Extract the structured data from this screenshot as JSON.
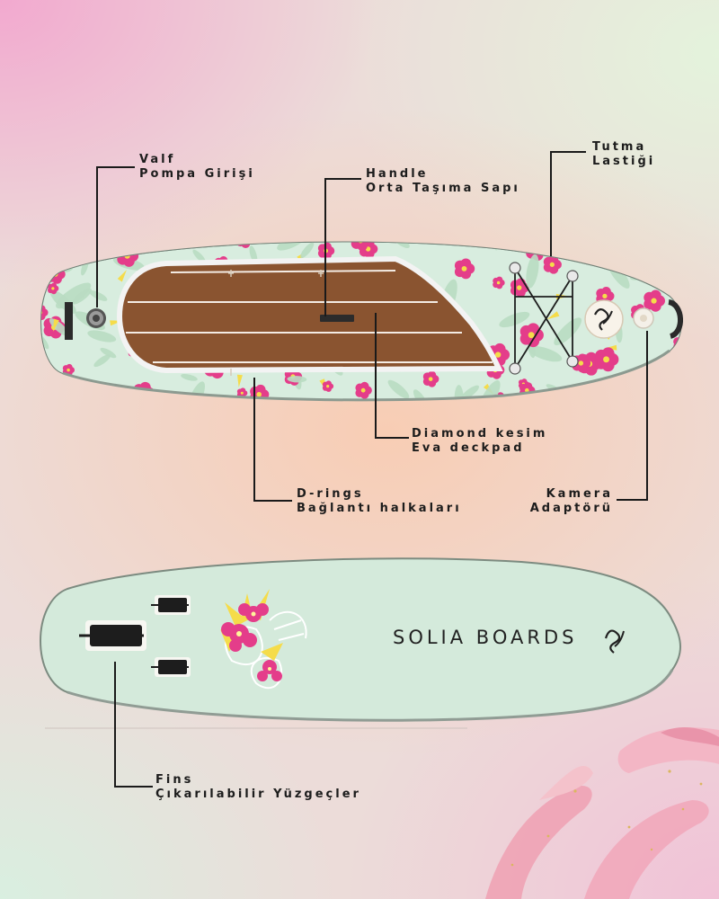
{
  "callouts": {
    "valve": {
      "line1": "Valf",
      "line2": "Pompa Girişi"
    },
    "handle": {
      "line1": "Handle",
      "line2": "Orta Taşıma Sapı"
    },
    "bungee": {
      "line1": "Tutma",
      "line2": "Lastiği"
    },
    "deckpad": {
      "line1": "Diamond kesim",
      "line2": "Eva deckpad"
    },
    "drings": {
      "line1": "D-rings",
      "line2": "Bağlantı halkaları"
    },
    "camera": {
      "line1": "Kamera",
      "line2": "Adaptörü"
    },
    "fins": {
      "line1": "Fins",
      "line2": "Çıkarılabilir Yüzgeçler"
    }
  },
  "brand": {
    "name": "SOLIA BOARDS"
  },
  "colors": {
    "board_mint": "#d5eadc",
    "deck_brown": "#8a5430",
    "flower_pink": "#e43d8a",
    "flower_yellow": "#f5dc4a",
    "leaf_green": "#b9dcc2"
  }
}
